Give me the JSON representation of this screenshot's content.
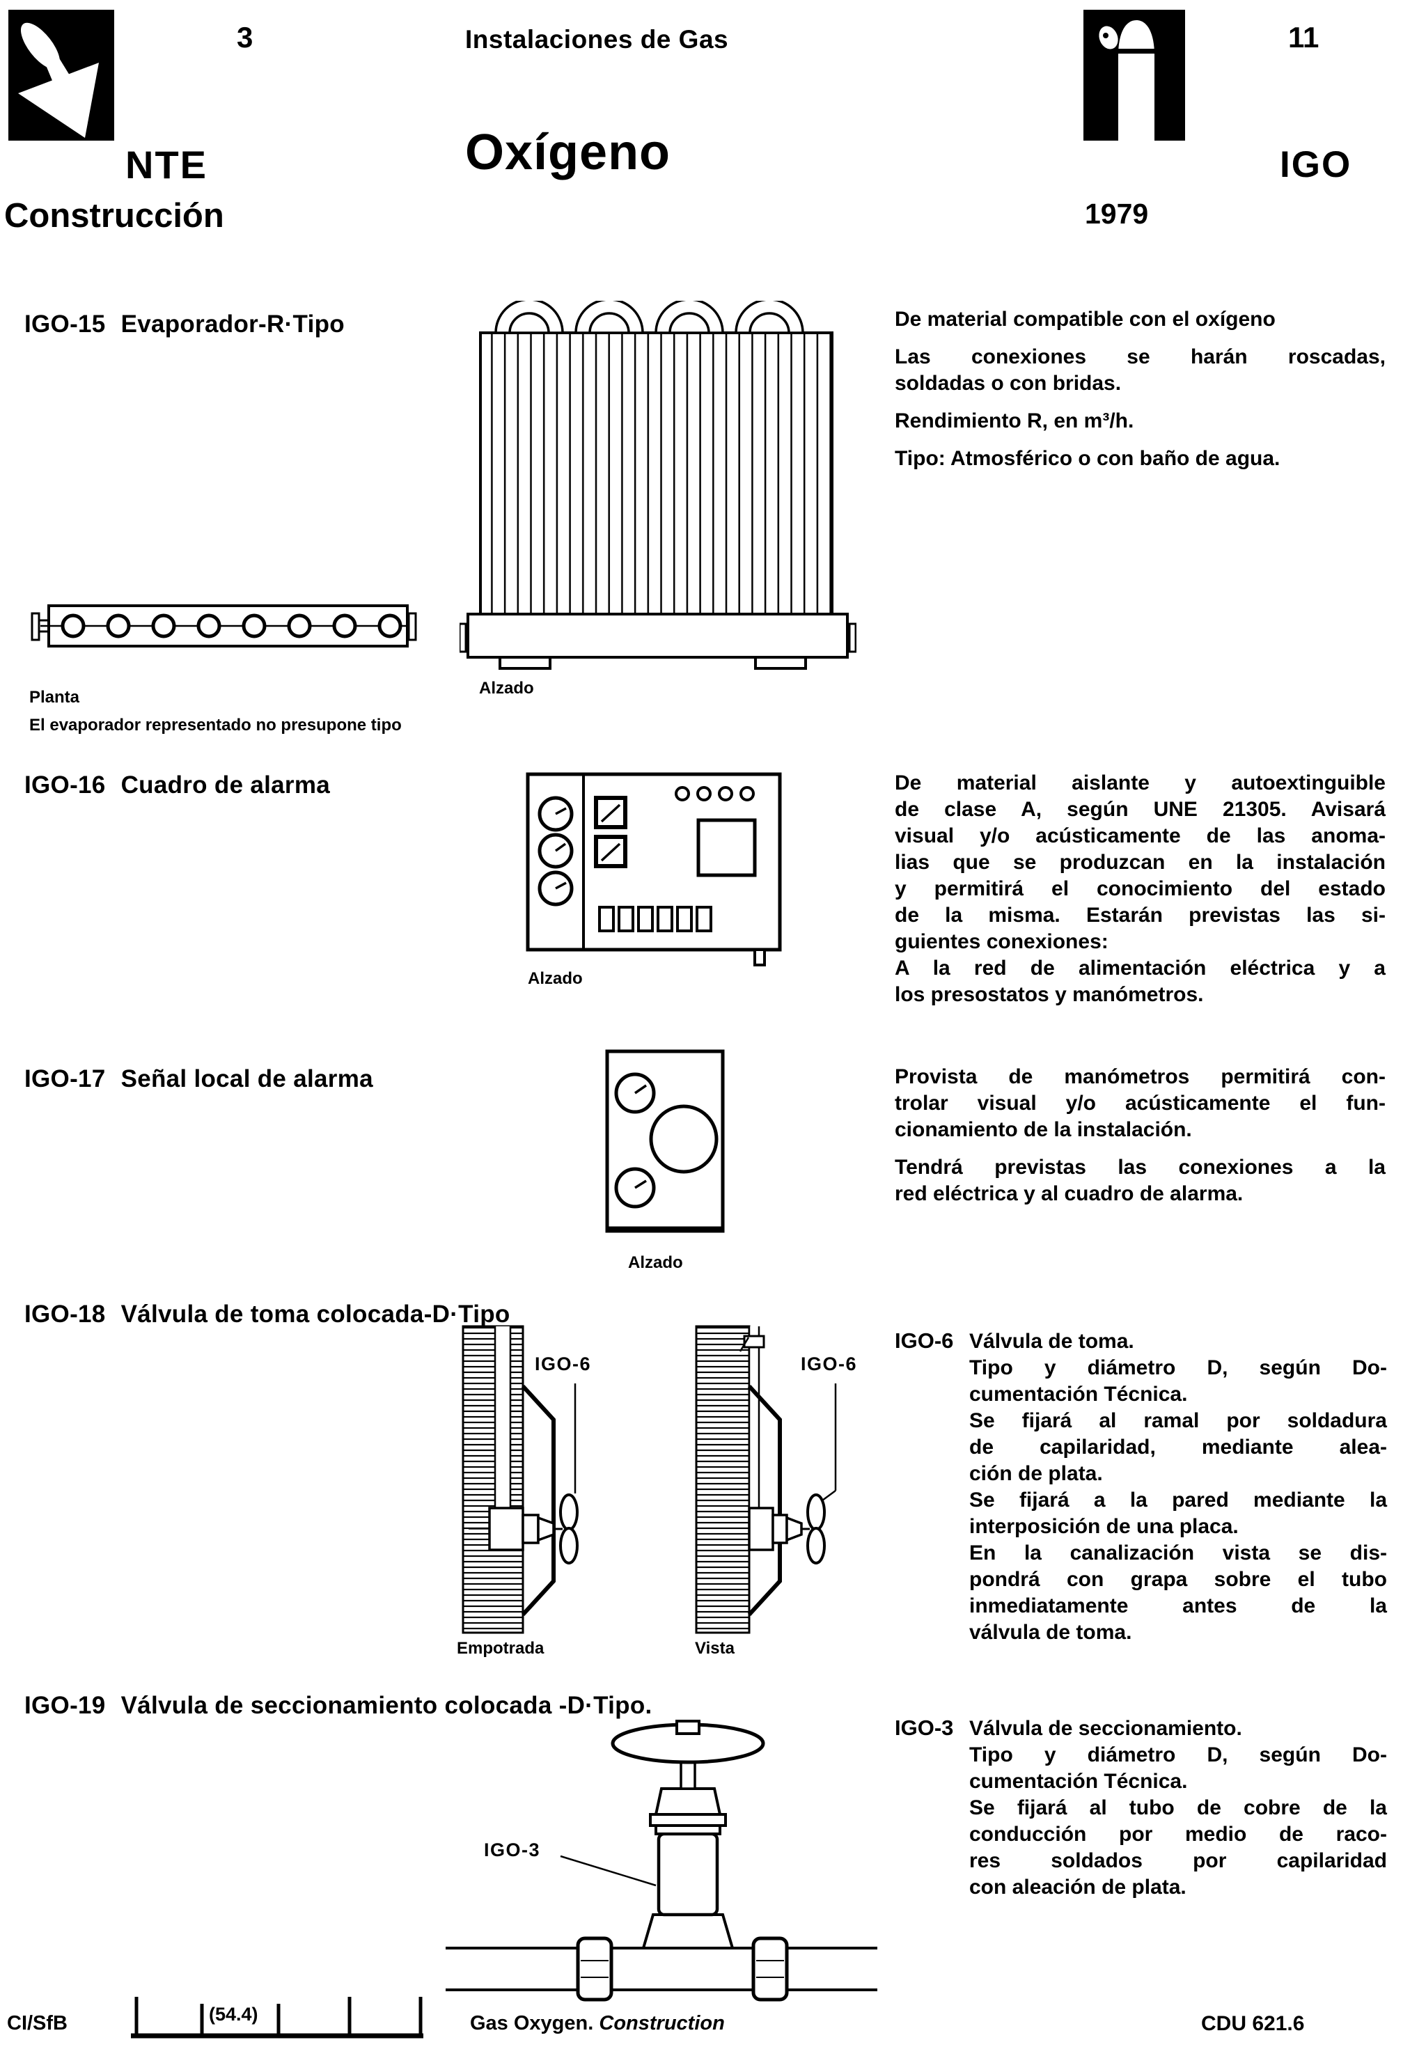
{
  "header": {
    "page_number": "3",
    "category": "Instalaciones de Gas",
    "title": "Oxígeno",
    "org": "NTE",
    "org_line2": "Construcción",
    "sheet_number": "11",
    "code": "IGO",
    "year": "1979"
  },
  "sections": {
    "igo15": {
      "code": "IGO-15",
      "name": "Evaporador-R·Tipo",
      "alzado_caption": "Alzado",
      "planta_caption": "Planta",
      "note": "El evaporador representado no presupone tipo",
      "paragraphs": [
        [
          "De material compatible con el oxígeno"
        ],
        [
          "Las conexiones se harán roscadas,",
          "soldadas o con bridas."
        ],
        [
          "Rendimiento R, en m³/h."
        ],
        [
          "Tipo: Atmosférico o con baño de agua."
        ]
      ]
    },
    "igo16": {
      "code": "IGO-16",
      "name": "Cuadro de alarma",
      "alzado_caption": "Alzado",
      "paragraphs": [
        [
          "De material aislante y autoextinguible",
          "de clase A, según UNE 21305. Avisará",
          "visual y/o acústicamente de las anoma-",
          "lias que se produzcan en la instalación",
          "y permitirá el conocimiento del estado",
          "de la misma. Estarán previstas las si-",
          "guientes conexiones:"
        ],
        [
          "A la red de alimentación eléctrica y a",
          "los presostatos y manómetros."
        ]
      ]
    },
    "igo17": {
      "code": "IGO-17",
      "name": "Señal local de alarma",
      "alzado_caption": "Alzado",
      "paragraphs": [
        [
          "Provista de manómetros permitirá con-",
          "trolar visual y/o acústicamente el fun-",
          "cionamiento de la instalación."
        ],
        [
          "Tendrá previstas las conexiones a la",
          "red eléctrica y al cuadro de alarma."
        ]
      ]
    },
    "igo18": {
      "code": "IGO-18",
      "name": "Válvula de toma colocada-D·Tipo",
      "valve_label": "IGO-6",
      "empotrada_caption": "Empotrada",
      "vista_caption": "Vista",
      "ref": {
        "code": "IGO-6",
        "paragraphs": [
          [
            "Válvula de toma."
          ],
          [
            "Tipo y diámetro D, según Do-",
            "cumentación Técnica."
          ],
          [
            "Se fijará al ramal por soldadura",
            "de capilaridad, mediante alea-",
            "ción de plata."
          ],
          [
            "Se fijará a la pared mediante la",
            "interposición de una placa."
          ],
          [
            "En la canalización vista se dis-",
            "pondrá con grapa sobre el tubo",
            "inmediatamente antes de la",
            "válvula de toma."
          ]
        ]
      }
    },
    "igo19": {
      "code": "IGO-19",
      "name": "Válvula de seccionamiento colocada -D·Tipo.",
      "valve_label": "IGO-3",
      "ref": {
        "code": "IGO-3",
        "paragraphs": [
          [
            "Válvula de seccionamiento."
          ],
          [
            "Tipo y diámetro D, según Do-",
            "cumentación Técnica."
          ],
          [
            "Se fijará al tubo de cobre de la",
            "conducción por medio de raco-",
            "res soldados por capilaridad",
            "con aleación de plata."
          ]
        ]
      }
    }
  },
  "footer": {
    "classification": "CI/SfB",
    "class_code": "(54.4)",
    "subject": "Gas Oxygen.",
    "subject_emphasis": "Construction",
    "cdu": "CDU 621.6"
  }
}
